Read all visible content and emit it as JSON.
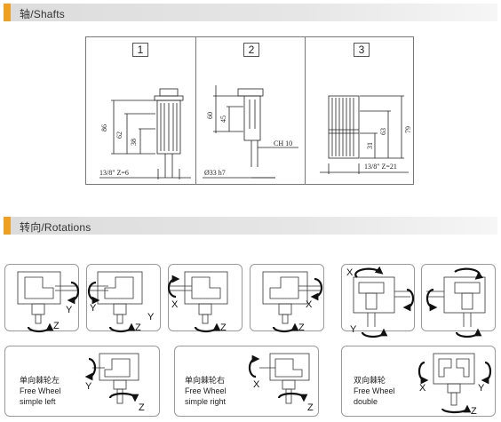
{
  "sections": {
    "shafts_title": "轴/Shafts",
    "rotations_title": "转向/Rotations"
  },
  "shafts": {
    "columns": [
      {
        "number": "1",
        "dims": {
          "total": "86",
          "mid": "62",
          "low": "38",
          "spline": "13/8\"  Z=6"
        }
      },
      {
        "number": "2",
        "dims": {
          "total": "60",
          "mid": "45",
          "key": "CH 10",
          "diameter": "Ø33 h7"
        }
      },
      {
        "number": "3",
        "dims": {
          "total": "79",
          "mid": "63",
          "low": "31",
          "spline": "13/8\"  Z=21"
        }
      }
    ]
  },
  "rotations": {
    "axis_labels": {
      "x": "X",
      "y": "Y",
      "z": "Z"
    },
    "free_wheel_left": {
      "cn": "单向棘轮左",
      "en1": "Free Wheel",
      "en2": "simple left"
    },
    "free_wheel_right": {
      "cn": "单向棘轮右",
      "en1": "Free Wheel",
      "en2": "simple right"
    },
    "free_wheel_double": {
      "cn": "双向棘轮",
      "en1": "Free Wheel",
      "en2": "double"
    }
  }
}
